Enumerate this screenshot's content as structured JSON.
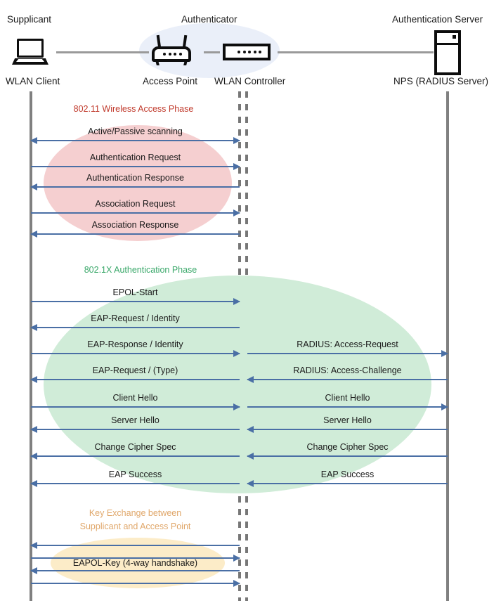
{
  "actors": [
    {
      "role": "Supplicant",
      "name": "WLAN Client",
      "icon": "laptop-icon"
    },
    {
      "role": "Authenticator",
      "name": "Access Point",
      "icon": "access-point-icon"
    },
    {
      "role": "",
      "name": "WLAN Controller",
      "icon": "wlan-controller-icon"
    },
    {
      "role": "Authentication Server",
      "name": "NPS (RADIUS Server)",
      "icon": "server-icon"
    }
  ],
  "colors": {
    "phase1_text": "#c0392b",
    "phase1_fill": "#f5cfd0",
    "phase2_text": "#3aa86a",
    "phase2_fill": "#d0ecd8",
    "phase3_text": "#e0a76a",
    "phase3_fill": "#fcecc8",
    "arrow": "#4a6fa5",
    "lifeline": "#808080",
    "halo": "#eaeff9"
  },
  "phases": [
    {
      "title": "802.11 Wireless Access Phase"
    },
    {
      "title": "802.1X Authentication Phase"
    },
    {
      "title": "Key Exchange between\nSupplicant and Access Point"
    }
  ],
  "messages_left": [
    {
      "label": "Active/Passive scanning",
      "dir": "both"
    },
    {
      "label": "Authentication Request",
      "dir": "right"
    },
    {
      "label": "Authentication Response",
      "dir": "left"
    },
    {
      "label": "Association Request",
      "dir": "right"
    },
    {
      "label": "Association Response",
      "dir": "left"
    },
    {
      "label": "EPOL-Start",
      "dir": "right"
    },
    {
      "label": "EAP-Request / Identity",
      "dir": "left"
    },
    {
      "label": "EAP-Response / Identity",
      "dir": "right"
    },
    {
      "label": "EAP-Request / (Type)",
      "dir": "left"
    },
    {
      "label": "Client Hello",
      "dir": "right"
    },
    {
      "label": "Server Hello",
      "dir": "left"
    },
    {
      "label": "Change Cipher Spec",
      "dir": "left"
    },
    {
      "label": "EAP Success",
      "dir": "left"
    }
  ],
  "messages_right": [
    {
      "label": "RADIUS: Access-Request",
      "dir": "right"
    },
    {
      "label": "RADIUS: Access-Challenge",
      "dir": "left"
    },
    {
      "label": "Client Hello",
      "dir": "right"
    },
    {
      "label": "Server Hello",
      "dir": "left"
    },
    {
      "label": "Change Cipher Spec",
      "dir": "left"
    },
    {
      "label": "EAP Success",
      "dir": "left"
    }
  ],
  "messages_key": [
    {
      "label": "",
      "dir": "left"
    },
    {
      "label": "",
      "dir": "right"
    },
    {
      "label": "EAPOL-Key (4-way handshake)",
      "dir": "left"
    },
    {
      "label": "",
      "dir": "right"
    }
  ]
}
